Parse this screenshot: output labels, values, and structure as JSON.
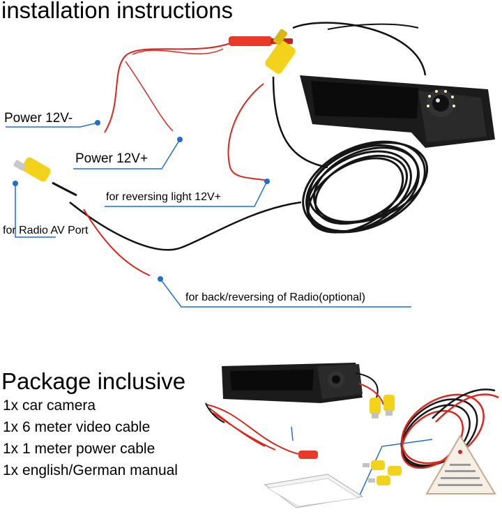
{
  "title": "installation instructions",
  "labels": {
    "power_neg": "Power 12V-",
    "power_pos": "Power 12V+",
    "reversing_light": "for reversing light 12V+",
    "radio_av": "for Radio AV Port",
    "back_reversing": "for back/reversing of Radio(optional)"
  },
  "package": {
    "title": "Package inclusive",
    "items": [
      "1x car camera",
      "1x 6 meter video cable",
      "1x 1 meter power cable",
      "1x english/German manual"
    ]
  },
  "colors": {
    "callout_blue": "#1f6fd1",
    "wire_red": "#d8281e",
    "wire_black": "#111111",
    "rca_yellow": "#f3d21b",
    "camera_body": "#1b1b1b"
  }
}
